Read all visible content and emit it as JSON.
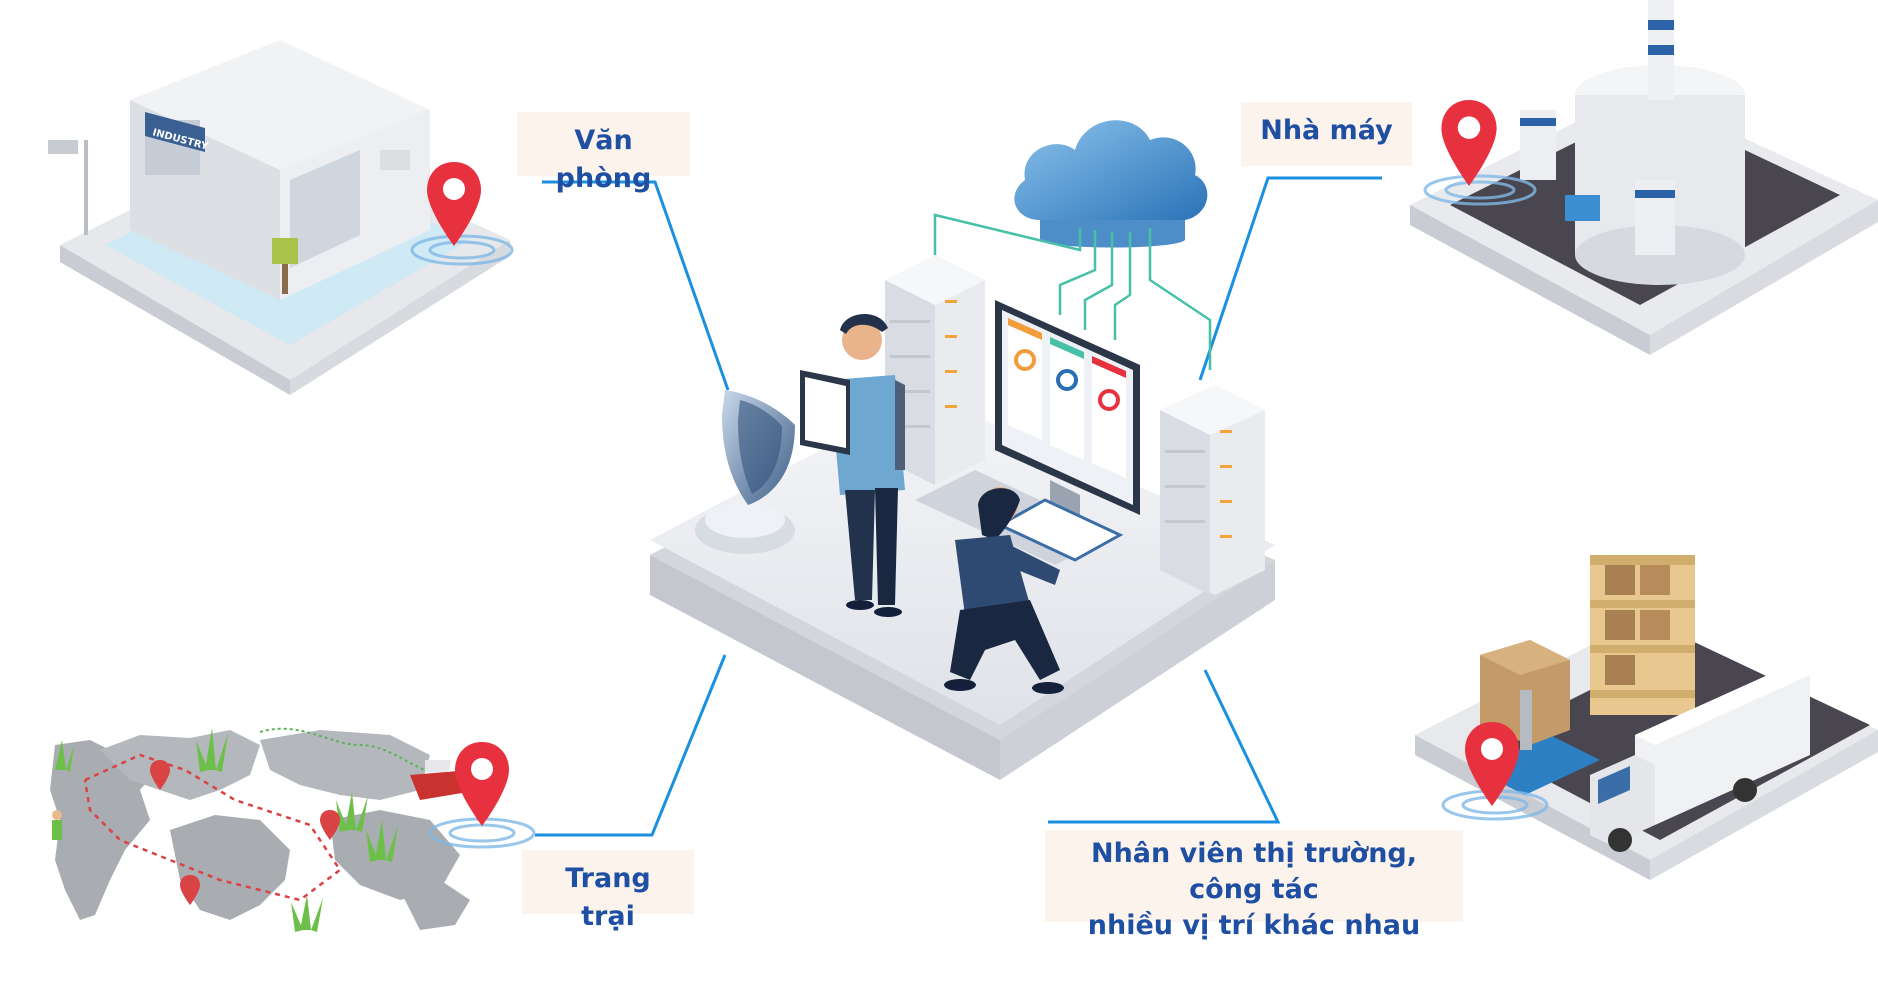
{
  "labels": {
    "office": "Văn phòng",
    "factory": "Nhà máy",
    "farm": "Trang trại",
    "market_line1": "Nhân viên thị trường, công tác",
    "market_line2": "nhiều vị trí khác nhau"
  },
  "office_sign": "INDUSTRY",
  "colors": {
    "connector": "#1b8fe0",
    "pin": "#e8313e",
    "label_bg": "#fbf3ec",
    "label_text": "#1f4fa3",
    "platform": "#eef0f4",
    "cloud": "#3b86c9"
  },
  "icons": [
    "cloud-icon",
    "server-icon",
    "monitor-icon",
    "shield-icon",
    "location-pin-icon",
    "truck-icon"
  ]
}
